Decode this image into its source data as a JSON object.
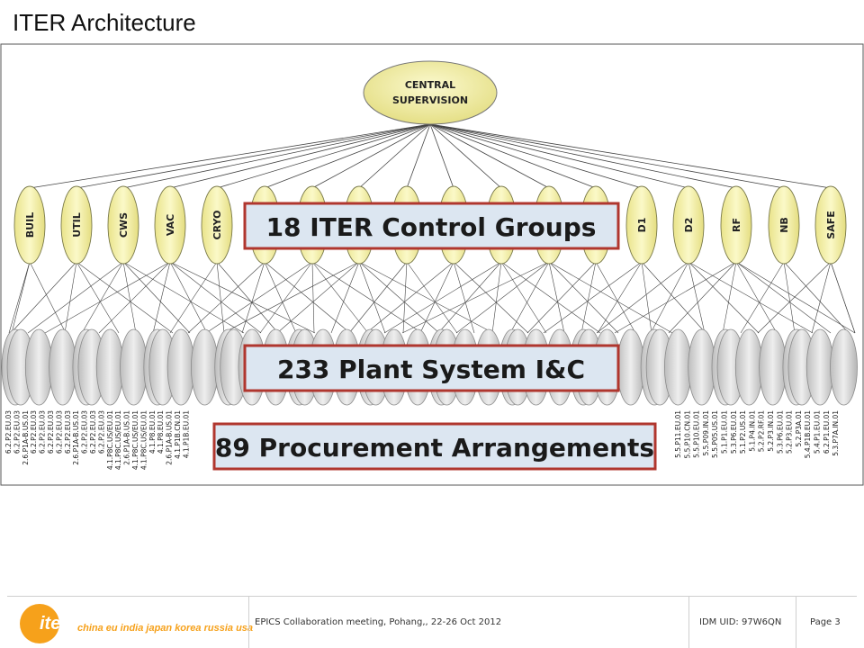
{
  "slide": {
    "title": "ITER Architecture"
  },
  "diagram": {
    "root": {
      "line1": "CENTRAL",
      "line2": "SUPERVISION"
    },
    "groups_left": [
      "BUIL",
      "UTIL",
      "CWS",
      "VAC",
      "CRYO"
    ],
    "groups_right": [
      "D1",
      "D2",
      "RF",
      "NB",
      "SAFE"
    ],
    "banners": {
      "control_groups": "18 ITER Control Groups",
      "plant_systems": "233 Plant System I&C",
      "procurement": "89 Procurement Arrangements"
    },
    "left_labels": [
      "6.2.P2.EU.03",
      "6.2.P2.EU.03",
      "2.6.P1A-B.US.01",
      "6.2.P2.EU.03",
      "6.2.P2.EU.03",
      "6.2.P2.EU.03",
      "6.2.P2.EU.03",
      "6.2.P2.EU.03",
      "2.6.P1A-B.US.01",
      "6.2.P2.EU.03",
      "6.2.P2.EU.03",
      "6.2.P2.EU.03",
      "4.1.P8C.US/EU.01",
      "4.1.P8C.US/EU.01",
      "2.6.P1A-B.US.01",
      "4.1.P8C.US/EU.01",
      "4.1.P8C.US/EU.01",
      "4.1.P8.EU.01",
      "4.1.P8.EU.01",
      "2.6.P1A-B.US.01",
      "4.1.P1B.CN.01",
      "4.1.P1B.EU.01"
    ],
    "right_labels": [
      "5.5.P11.EU.01",
      "5.5.P10.CN.01",
      "5.5.P10.EU.01",
      "5.5.P09.IN.01",
      "5.5.P05.US.01",
      "5.1.P1.EU.01",
      "5.3.P6.EU.01",
      "5.1.P2.US.01",
      "5.1.P4.IN.01",
      "5.2.P2.RF.01",
      "5.2.P3.IN.01",
      "5.3.P6.EU.01",
      "5.2.P3.EU.01",
      "5.2.P3A.01",
      "5.4.P1B.EU.01",
      "5.4.P1.EU.01",
      "6.2.P1.EU.01",
      "5.3.P7A.IN.01"
    ]
  },
  "footer": {
    "logo_word": "iter",
    "logo_tagline": "china eu india japan korea russia usa",
    "event": "EPICS Collaboration meeting, Pohang,, 22-26 Oct 2012",
    "idm": "IDM UID: 97W6QN",
    "page": "Page 3"
  },
  "colors": {
    "node_fill": "#f6f2a6",
    "leaf_fill": "#d6d6d6",
    "banner_fill": "#dce6f1",
    "banner_border": "#b0362e",
    "logo_orange": "#f6a11b"
  }
}
